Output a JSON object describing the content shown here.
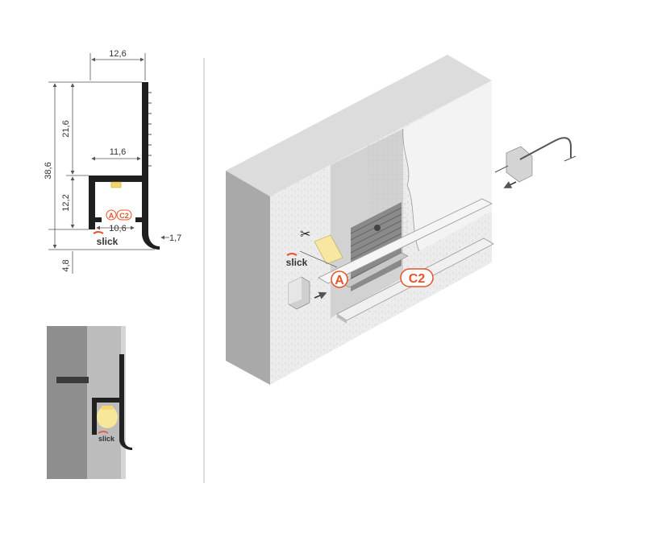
{
  "dimensions": {
    "top_width": "12,6",
    "upper_height": "21,6",
    "total_height": "38,6",
    "inner_width": "11,6",
    "channel_height": "12,2",
    "channel_width": "10,6",
    "base_height": "4,8",
    "lip_thickness": "1,7"
  },
  "labels": {
    "brand": "slick",
    "callout_a": "A",
    "callout_c2": "C2"
  },
  "colors": {
    "accent": "#e8522a",
    "profile": "#222222",
    "led": "#f5d76e",
    "wall": "#d9d9d9"
  },
  "icons": {
    "scissors": "scissors-icon",
    "arrow": "arrow-left-icon"
  }
}
